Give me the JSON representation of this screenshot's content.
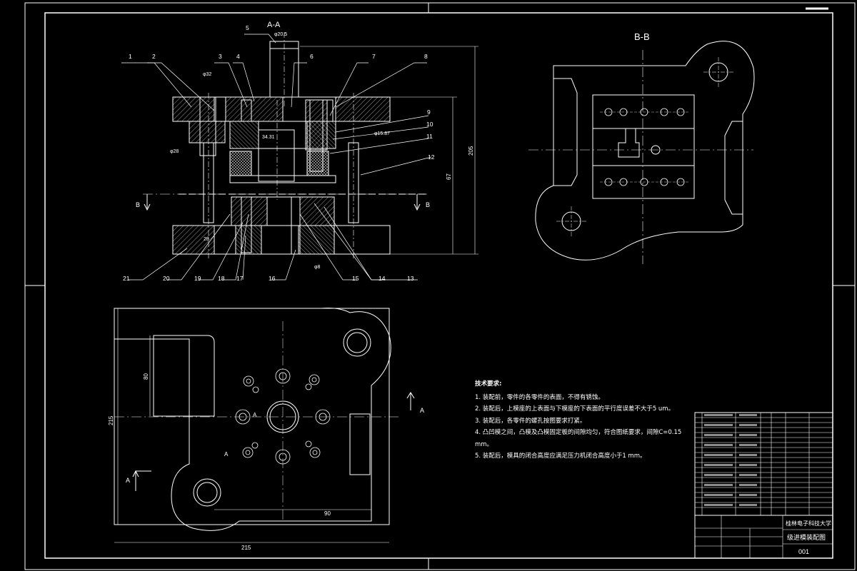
{
  "views": {
    "section_aa": "A-A",
    "section_bb": "B-B",
    "cut_label_b": "B",
    "cut_label_a": "A"
  },
  "balloons": [
    "1",
    "2",
    "3",
    "4",
    "5",
    "6",
    "7",
    "8",
    "9",
    "10",
    "11",
    "12",
    "13",
    "14",
    "15",
    "16",
    "17",
    "18",
    "19",
    "20",
    "21"
  ],
  "dimensions": {
    "phi_top": "φ20.5",
    "phi_guide": "φ32",
    "phi_small": "φ15.87",
    "dim_34": "34.31",
    "phi_28": "φ28",
    "phi_28b": "28",
    "phi_8": "φ8",
    "height_205": "205",
    "height_67": "67",
    "plan_80": "80",
    "plan_215v": "215",
    "plan_90": "90",
    "plan_215h": "215"
  },
  "tech_notes": {
    "title": "技术要求:",
    "items": [
      "1. 装配前，零件的各零件的表面，不得有锈蚀。",
      "2. 装配后，上模座的上表面与下模座的下表面的平行度误差不大于5 um。",
      "3. 装配后，各零件的螺孔按图要求打紧。",
      "4. 凸凹模之间，凸模及凸模固定板的间隙均匀，符合图纸要求，间隙C=0.15 mm。",
      "5. 装配后，模具的闭合高度应满足压力机闭合高度小于1 mm。"
    ]
  },
  "title_block": {
    "drawing_name": "级进模装配图",
    "drawing_no": "001",
    "school": "桂林电子科技大学"
  }
}
